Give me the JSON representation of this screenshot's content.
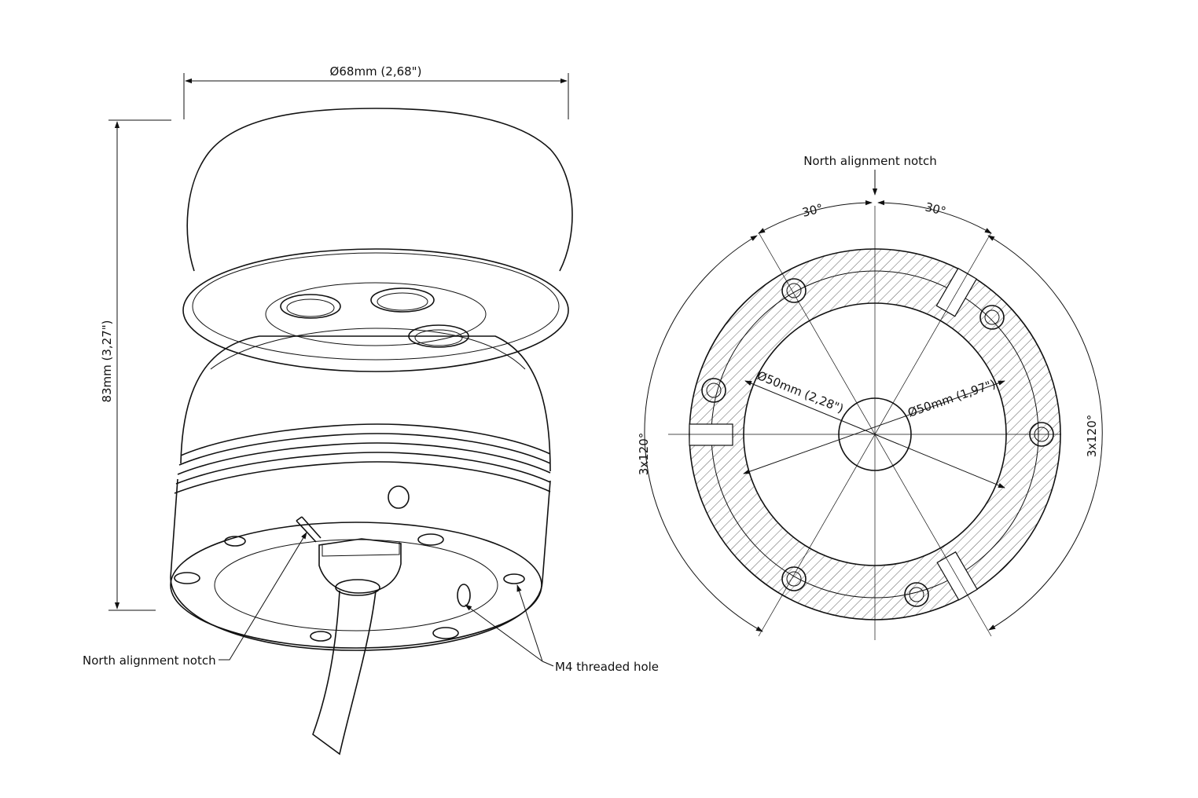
{
  "labels": {
    "width_dim": "Ø68mm (2,68\")",
    "height_dim": "83mm (3,27\")",
    "north_notch_top": "North alignment notch",
    "north_notch_left": "North alignment notch",
    "m4_hole": "M4 threaded hole",
    "angle_left": "30°",
    "angle_right": "30°",
    "dia_outer": "Ø50mm (2,28\")",
    "dia_inner": "Ø50mm (1,97\")",
    "pattern_left": "3x120°",
    "pattern_right": "3x120°"
  }
}
